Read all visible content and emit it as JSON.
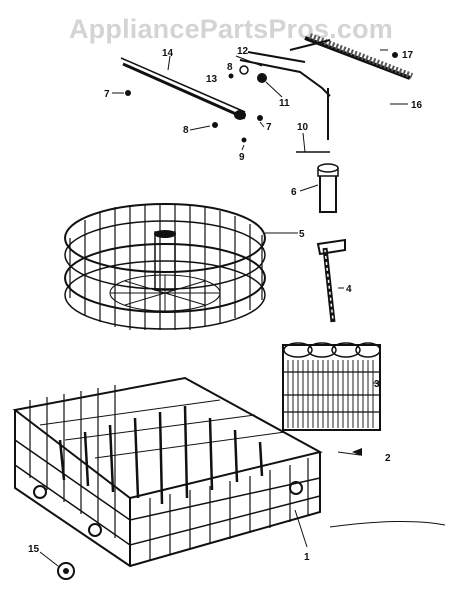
{
  "watermark": "AppliancePartsPros.com",
  "callouts": [
    {
      "id": "c1",
      "text": "1"
    },
    {
      "id": "c2",
      "text": "2"
    },
    {
      "id": "c3",
      "text": "3"
    },
    {
      "id": "c4",
      "text": "4"
    },
    {
      "id": "c5",
      "text": "5"
    },
    {
      "id": "c6",
      "text": "6"
    },
    {
      "id": "c7a",
      "text": "7"
    },
    {
      "id": "c7b",
      "text": "7"
    },
    {
      "id": "c8a",
      "text": "8"
    },
    {
      "id": "c8b",
      "text": "8"
    },
    {
      "id": "c9",
      "text": "9"
    },
    {
      "id": "c10",
      "text": "10"
    },
    {
      "id": "c11",
      "text": "11"
    },
    {
      "id": "c12",
      "text": "12"
    },
    {
      "id": "c13",
      "text": "13"
    },
    {
      "id": "c14",
      "text": "14"
    },
    {
      "id": "c15",
      "text": "15"
    },
    {
      "id": "c16",
      "text": "16"
    },
    {
      "id": "c17",
      "text": "17"
    }
  ]
}
